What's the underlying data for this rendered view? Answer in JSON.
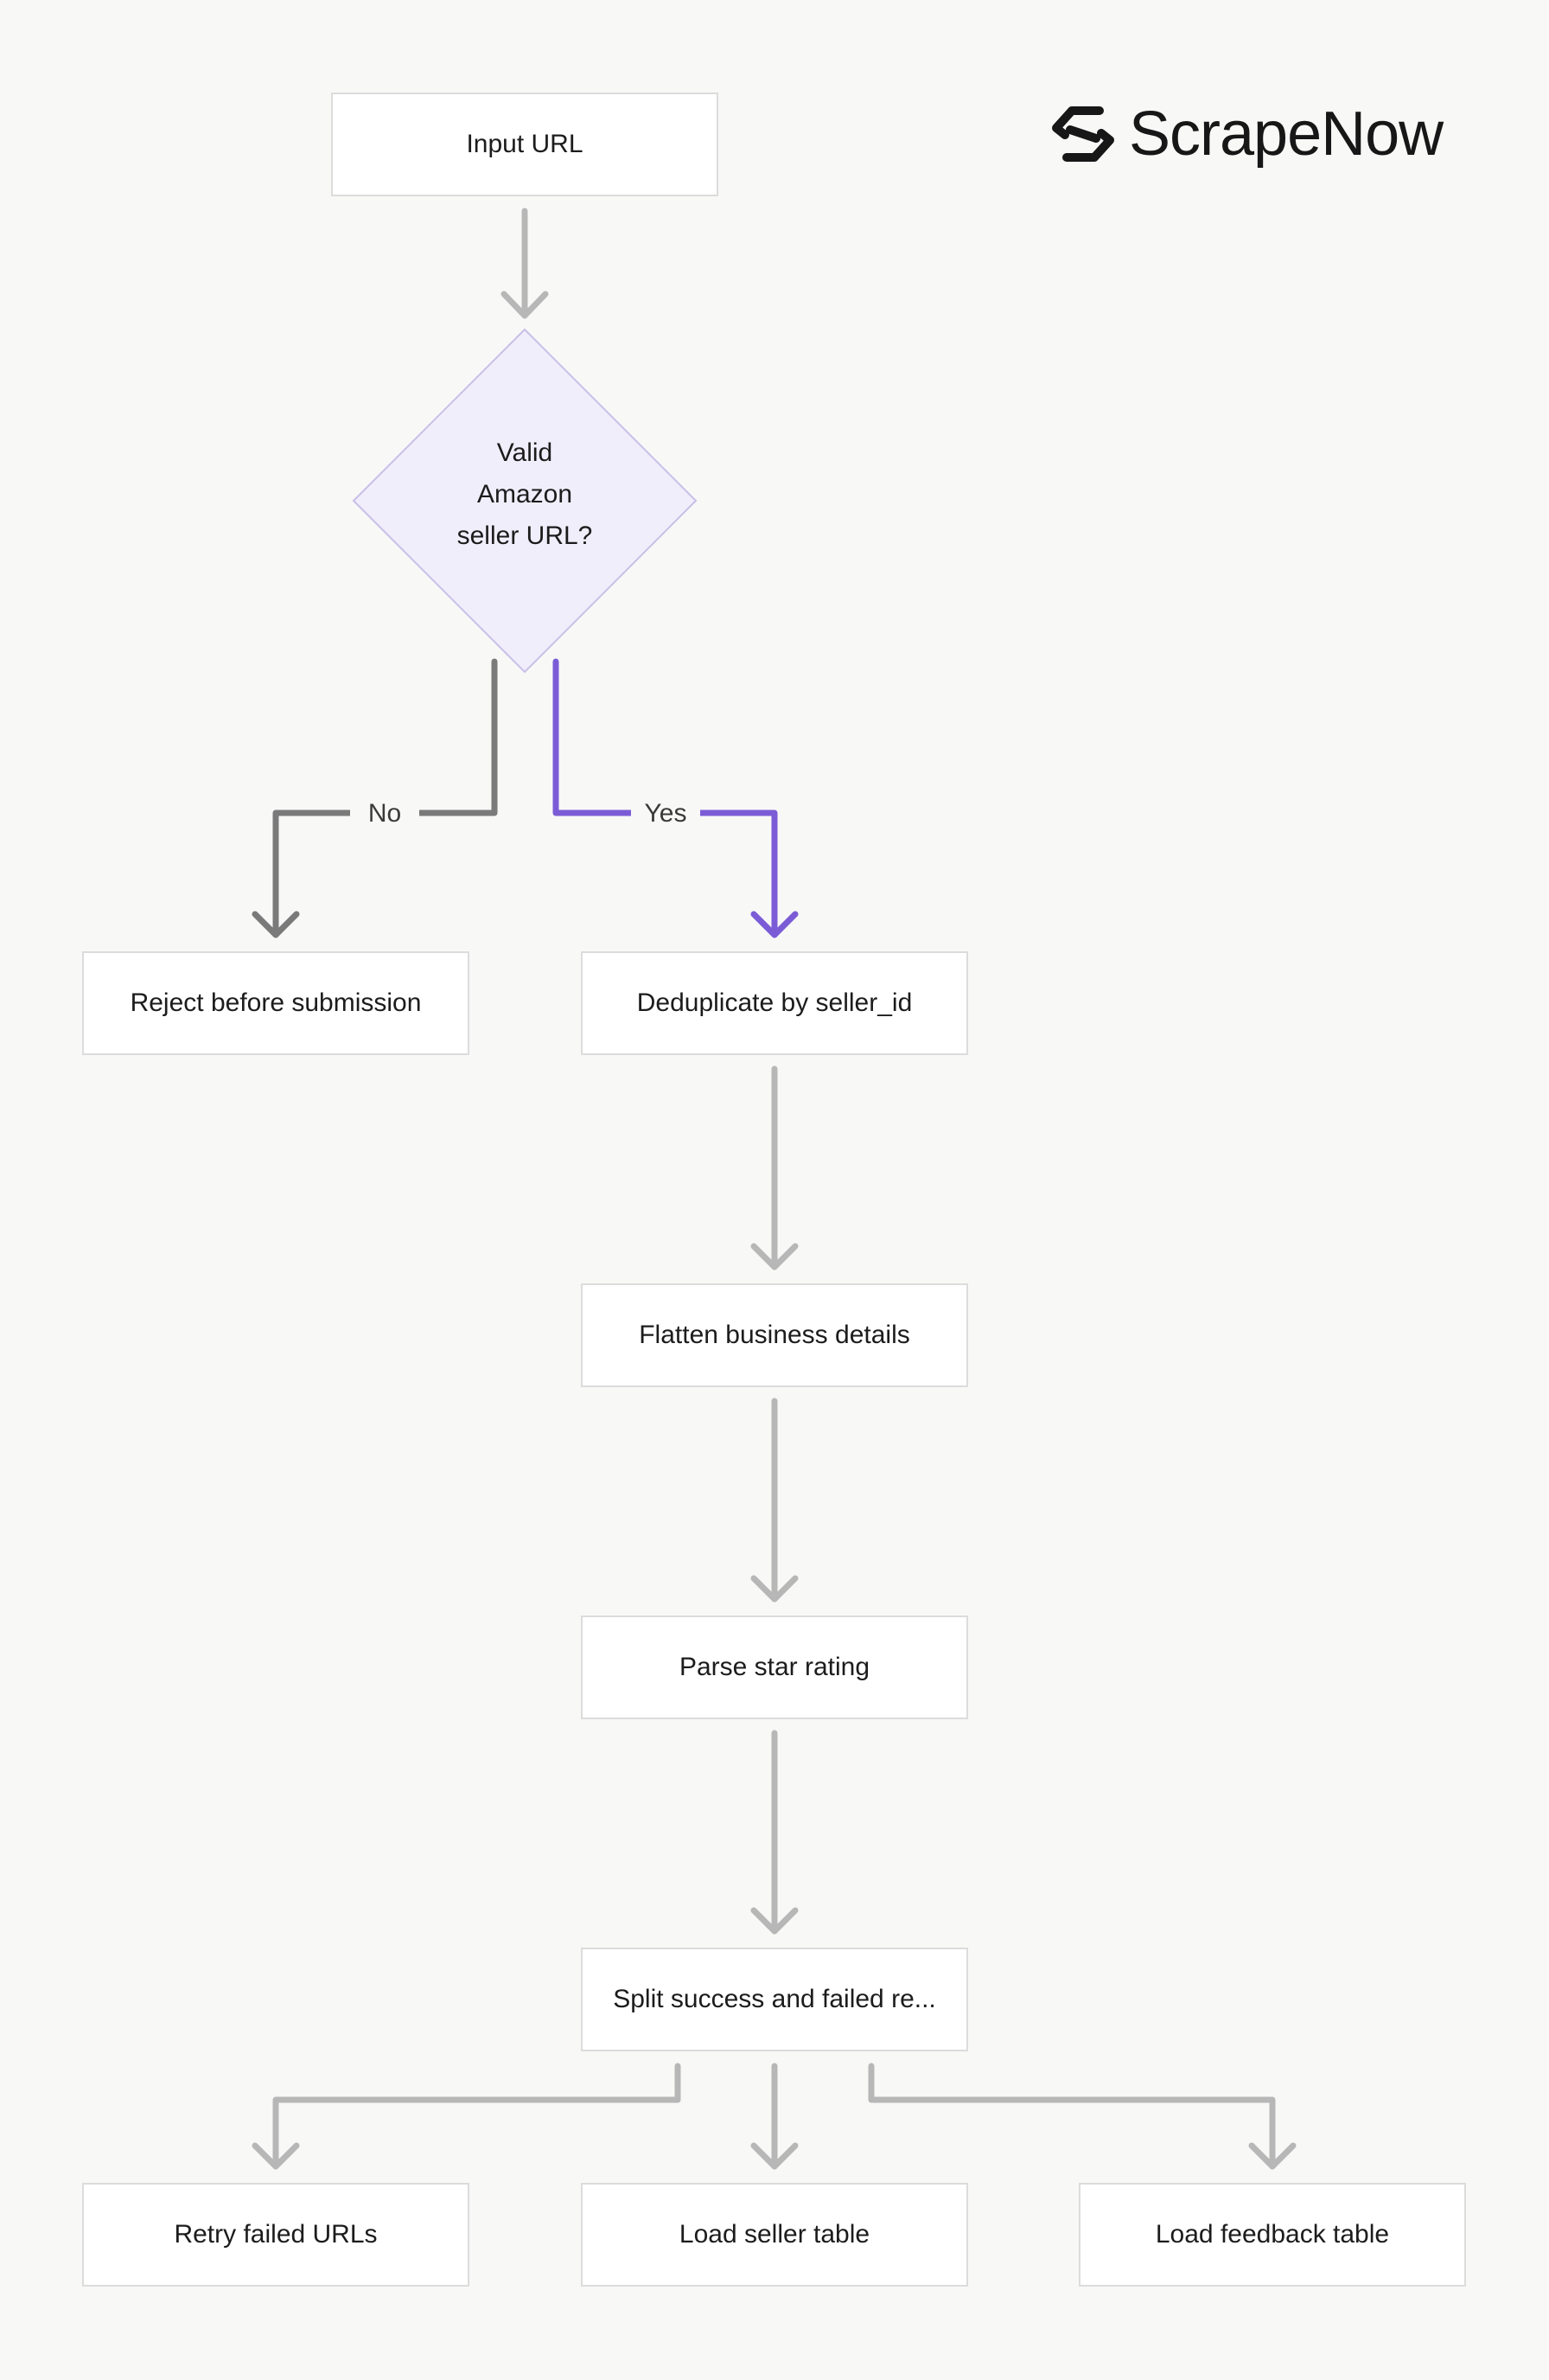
{
  "brand": {
    "name": "ScrapeNow",
    "logo_icon": "scrapenow-logo-icon"
  },
  "nodes": {
    "input_url": "Input URL",
    "decision": [
      "Valid",
      "Amazon",
      "seller URL?"
    ],
    "reject": "Reject before submission",
    "dedupe": "Deduplicate by seller_id",
    "flatten": "Flatten business details",
    "parse_rating": "Parse star rating",
    "split": "Split success and failed re...",
    "retry": "Retry failed URLs",
    "load_seller": "Load seller table",
    "load_feedback": "Load feedback table"
  },
  "edges": {
    "no_label": "No",
    "yes_label": "Yes"
  },
  "colors": {
    "background": "#f8f8f7",
    "node_border": "#dcdcdc",
    "decision_fill": "#f1eefc",
    "decision_border": "#c9bfe8",
    "connector": "#b7b7b7",
    "no_branch": "#7a7a7a",
    "yes_branch": "#7b5cd6"
  }
}
